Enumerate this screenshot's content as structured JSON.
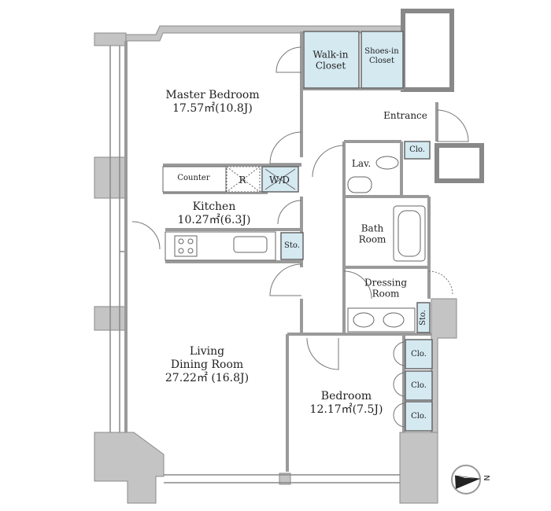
{
  "rooms": {
    "master_bedroom": {
      "name": "Master Bedroom",
      "area": "17.57㎡(10.8J)"
    },
    "walk_in_closet": {
      "line1": "Walk-in",
      "line2": "Closet"
    },
    "shoes_in_closet": {
      "line1": "Shoes-in",
      "line2": "Closet"
    },
    "entrance": "Entrance",
    "counter": "Counter",
    "refrigerator": "R",
    "washer_dryer": "W/D",
    "kitchen": {
      "name": "Kitchen",
      "area": "10.27㎡(6.3J)"
    },
    "kitchen_storage": "Sto.",
    "lavatory": "Lav.",
    "entrance_closet": "Clo.",
    "bath_room": {
      "line1": "Bath",
      "line2": "Room"
    },
    "dressing_room": {
      "line1": "Dressing",
      "line2": "Room"
    },
    "dressing_storage": "Sto.",
    "living_dining": {
      "line1": "Living",
      "line2": "Dining Room",
      "area": "27.22㎡ (16.8J)"
    },
    "bedroom": {
      "name": "Bedroom",
      "area": "12.17㎡(7.5J)"
    },
    "bedroom_closets": [
      "Clo.",
      "Clo.",
      "Clo."
    ]
  },
  "compass": {
    "label": "N"
  },
  "colors": {
    "wall": "#c4c4c4",
    "wall_edge": "#8a8a8a",
    "closet": "#d5e9f1"
  }
}
